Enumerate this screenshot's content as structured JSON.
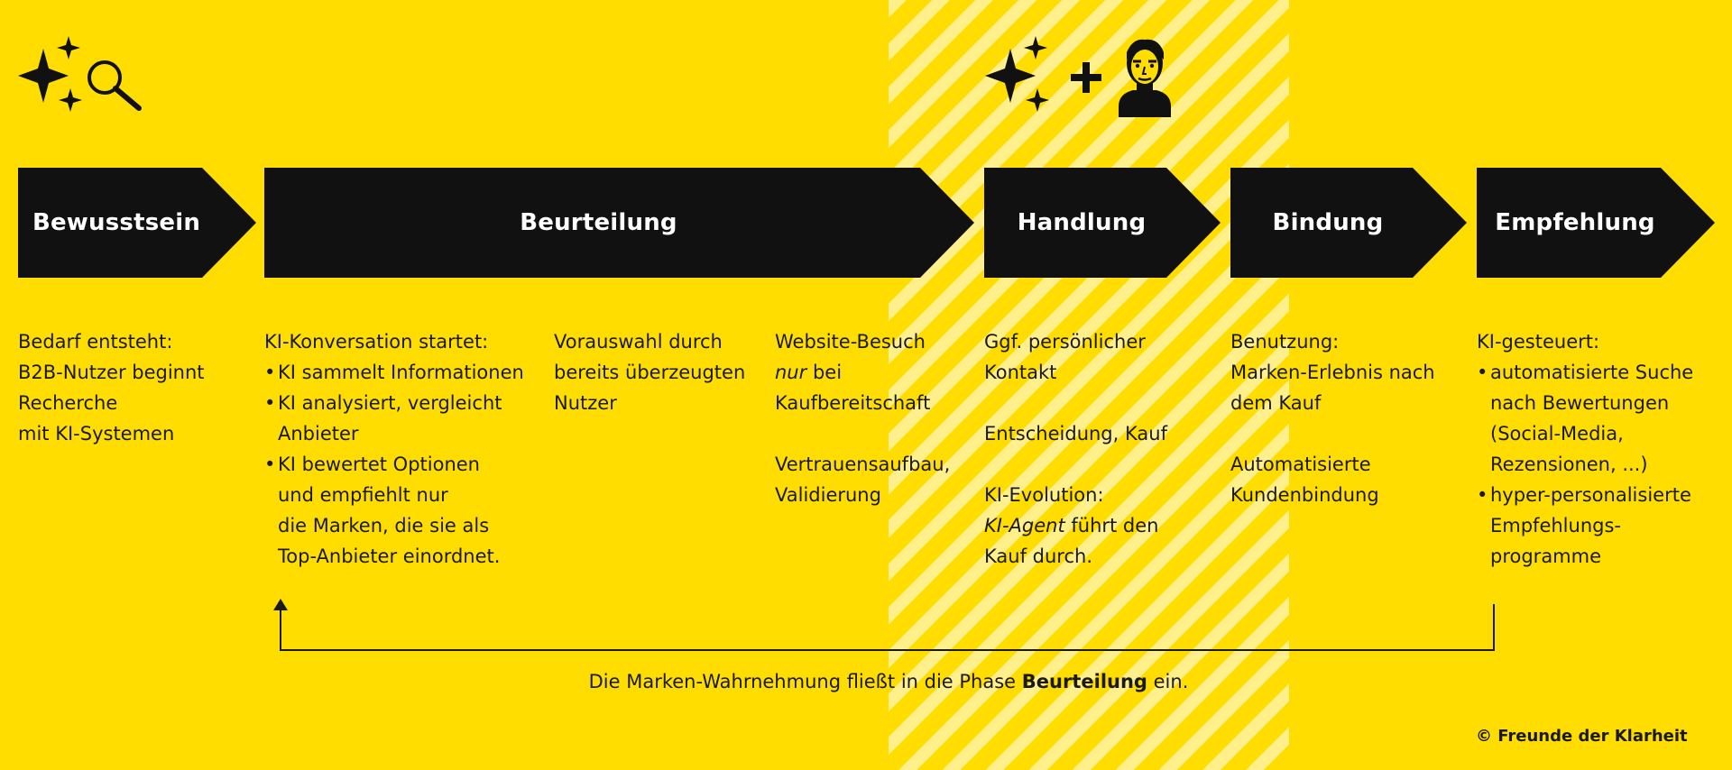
{
  "icons": {
    "left": [
      "sparkles-icon",
      "magnifier-icon"
    ],
    "center": [
      "sparkles-icon",
      "plus-icon",
      "person-icon"
    ]
  },
  "phases": [
    {
      "label": "Bewusstsein"
    },
    {
      "label": "Beurteilung"
    },
    {
      "label": "Handlung"
    },
    {
      "label": "Bindung"
    },
    {
      "label": "Empfehlung"
    }
  ],
  "columns": {
    "bewusstsein": {
      "line1": "Bedarf entsteht:",
      "line2": "B2B-Nutzer beginnt",
      "line3": "Recherche",
      "line4": "mit KI-Systemen"
    },
    "ki_konversation": {
      "heading": "KI-Konversation startet:",
      "bullets": [
        {
          "l1": "KI sammelt Informationen"
        },
        {
          "l1": "KI analysiert, vergleicht",
          "l2": "Anbieter"
        },
        {
          "l1": "KI bewertet Optionen",
          "l2": "und empfiehlt nur",
          "l3": "die Marken, die sie als",
          "l4": "Top-Anbieter einordnet."
        }
      ]
    },
    "vorauswahl": {
      "line1": "Vorauswahl durch",
      "line2": "bereits überzeugten",
      "line3": "Nutzer"
    },
    "website": {
      "line1": "Website-Besuch",
      "line2_em": "nur",
      "line2_rest": " bei",
      "line3": "Kaufbereitschaft",
      "line4": "Vertrauensaufbau,",
      "line5": "Validierung"
    },
    "handlung": {
      "line1": "Ggf. persönlicher",
      "line2": "Kontakt",
      "line3": "Entscheidung, Kauf",
      "line4": "KI-Evolution:",
      "line5_em": "KI-Agent",
      "line5_rest": " führt den",
      "line6": "Kauf durch."
    },
    "bindung": {
      "line1": "Benutzung:",
      "line2": "Marken-Erlebnis nach",
      "line3": "dem Kauf",
      "line4": "Automatisierte",
      "line5": "Kundenbindung"
    },
    "empfehlung": {
      "heading": "KI-gesteuert:",
      "bullets": [
        {
          "l1": "automatisierte Suche",
          "l2": "nach Bewertungen",
          "l3": "(Social-Media,",
          "l4": "Rezensionen, ...)"
        },
        {
          "l1": "hyper-personalisierte",
          "l2": "Empfehlungs-",
          "l3": "programme"
        }
      ]
    }
  },
  "feedback": {
    "caption_pre": "Die Marken-Wahrnehmung fließt in die Phase ",
    "caption_bold": "Beurteilung",
    "caption_post": " ein."
  },
  "copyright": "© Freunde der Klarheit",
  "colors": {
    "background": "#FFDD00",
    "arrow": "#111111",
    "arrow_text": "#FFFFFF",
    "stripe": "#FFF3A0"
  }
}
